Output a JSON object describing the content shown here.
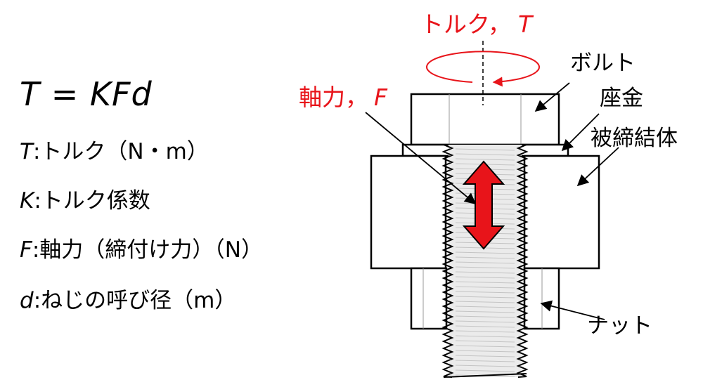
{
  "formula": "T = KFd",
  "legend": [
    {
      "symbol": "T",
      "text": ":トルク（N・m）"
    },
    {
      "symbol": "K",
      "text": ":トルク係数"
    },
    {
      "symbol": "F",
      "text": ":軸力（締付け力）（N）"
    },
    {
      "symbol": "d",
      "text": ":ねじの呼び径（m）"
    }
  ],
  "diagram": {
    "torque_label": "トルク，",
    "torque_symbol": "T",
    "axial_label": "軸力，",
    "axial_symbol": "F",
    "bolt_label": "ボルト",
    "washer_label": "座金",
    "workpiece_label": "被締結体",
    "nut_label": "ナット"
  },
  "colors": {
    "accent_red": "#e8141a",
    "line": "#000000",
    "part_fill": "#ffffff",
    "thread_fill": "#e6e6e6"
  }
}
